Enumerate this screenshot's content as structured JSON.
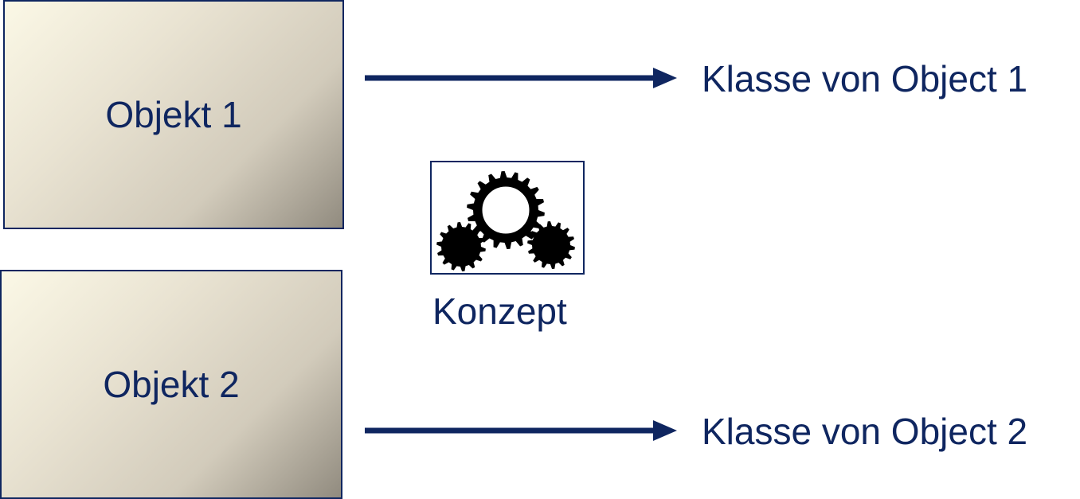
{
  "objects": [
    {
      "label": "Objekt 1"
    },
    {
      "label": "Objekt 2"
    }
  ],
  "classes": [
    {
      "label": "Klasse von Object 1"
    },
    {
      "label": "Klasse von Object 2"
    }
  ],
  "concept": {
    "label": "Konzept",
    "icon": "gears-icon"
  },
  "colors": {
    "primary": "#0f2660",
    "box_gradient_light": "#fbf8e6",
    "box_gradient_dark": "#918b7f"
  }
}
